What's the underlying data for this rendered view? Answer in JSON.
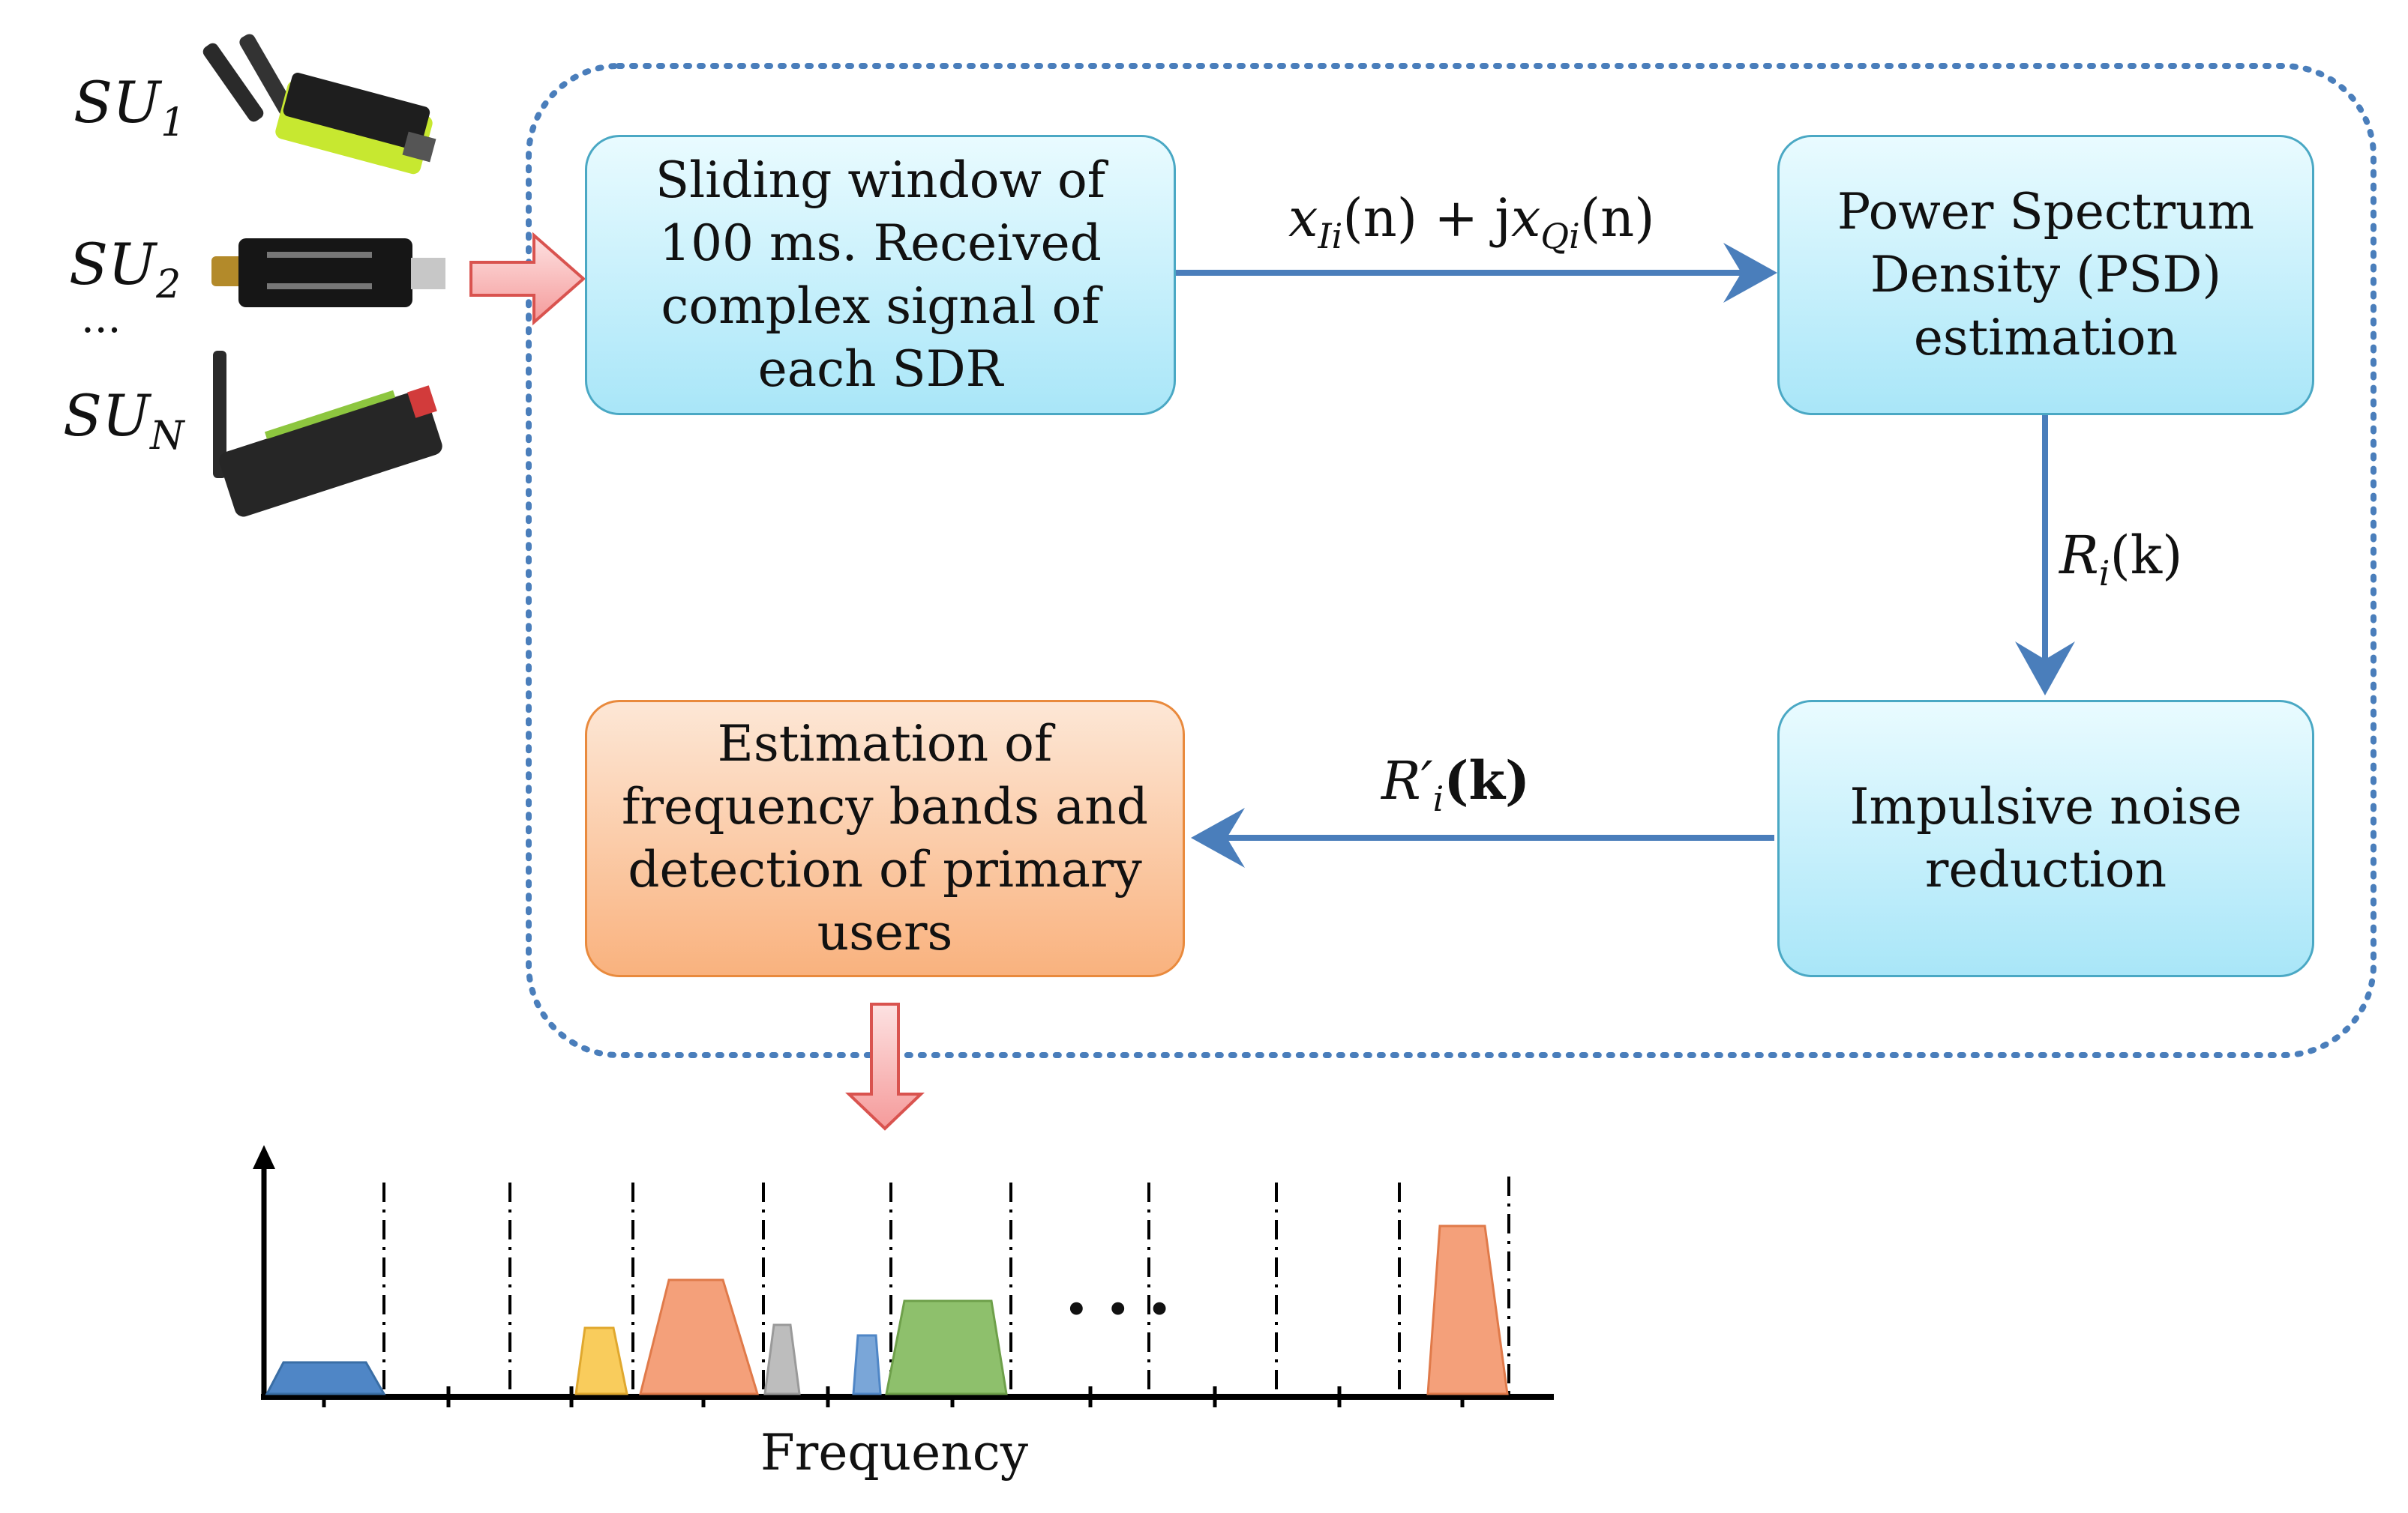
{
  "users": [
    {
      "label": "SU",
      "sub": "1"
    },
    {
      "label": "SU",
      "sub": "2"
    },
    {
      "label": "SU",
      "sub": "N"
    }
  ],
  "ellipsis_users": "...",
  "boxes": {
    "sliding": "Sliding window of 100 ms. Received complex signal of each SDR",
    "psd": "Power Spectrum Density (PSD) estimation",
    "impulsive": "Impulsive noise reduction",
    "estimation": "Estimation of frequency bands and detection of primary users"
  },
  "signals": {
    "x_top": {
      "x1": "x",
      "s1": "Ii",
      "p1": "(n) + j",
      "x2": "x",
      "s2": "Qi",
      "p2": "(n)"
    },
    "r": {
      "a": "R",
      "s": "i",
      "b": "(k)"
    },
    "rprime": {
      "a": "R′",
      "s": "i",
      "b": "(k)"
    }
  },
  "spectrum": {
    "xlabel": "Frequency",
    "ellipsis": "• • •",
    "colors": {
      "blue": "#4f86c6",
      "yellow": "#f9cc5c",
      "orange": "#f4a07a",
      "gray": "#bdbdbd",
      "lightblue": "#7aa6d8",
      "green": "#8ec06c"
    }
  },
  "colors": {
    "arrow_blue": "#4a7ebb",
    "dotted_border": "#4a7ebb",
    "hollow_arrow_fill": "#f7b7b7",
    "hollow_arrow_stroke": "#d9534f"
  }
}
